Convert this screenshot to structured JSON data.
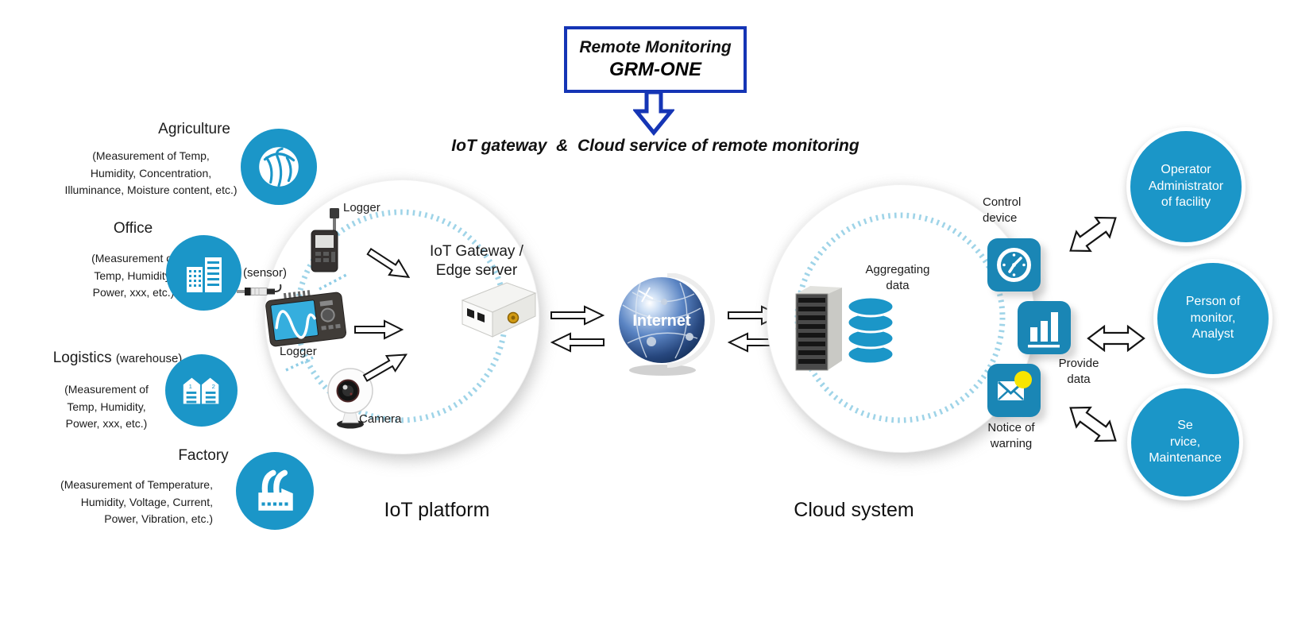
{
  "header": {
    "title_line1": "Remote Monitoring",
    "title_line2": "GRM-ONE",
    "subtitle": "IoT gateway  &  Cloud service of remote monitoring"
  },
  "sources": [
    {
      "title": "Agriculture",
      "title_suffix": "",
      "description": "(Measurement of Temp,\nHumidity, Concentration,\nIlluminance, Moisture content, etc.)",
      "icon": "cabbage-icon"
    },
    {
      "title": "Office",
      "title_suffix": "",
      "description": "(Measurement of\nTemp, Humidity,\nPower, xxx, etc.)",
      "icon": "office-buildings-icon"
    },
    {
      "title": "Logistics",
      "title_suffix": "(warehouse)",
      "description": "(Measurement of\nTemp, Humidity,\nPower, xxx, etc.)",
      "icon": "warehouse-icon",
      "unit1": "1",
      "unit2": "2"
    },
    {
      "title": "Factory",
      "title_suffix": "",
      "description": "(Measurement of Temperature,\nHumidity, Voltage, Current,\nPower, Vibration, etc.)",
      "icon": "factory-icon"
    }
  ],
  "iot_platform": {
    "caption": "IoT platform",
    "logger_top": "Logger",
    "sensor": "(sensor)",
    "logger_mid": "Logger",
    "camera": "Camera",
    "gateway": "IoT Gateway /\nEdge server"
  },
  "internet": {
    "label": "Internet"
  },
  "cloud_system": {
    "caption": "Cloud system",
    "aggregating": "Aggregating\ndata",
    "control": "Control\ndevice",
    "provide": "Provide\ndata",
    "notice": "Notice of\nwarning"
  },
  "stakeholders": [
    {
      "label": "Operator\nAdministrator\nof facility"
    },
    {
      "label": "Person of\nmonitor,\nAnalyst"
    },
    {
      "label": "Se\nrvice,\nMaintenance"
    }
  ],
  "colors": {
    "accent_blue": "#1b96c8",
    "icon_square_blue": "#1a86b5",
    "title_border_blue": "#1535b5",
    "dash_blue": "#9fd4e8",
    "warning_yellow": "#f7e500"
  }
}
